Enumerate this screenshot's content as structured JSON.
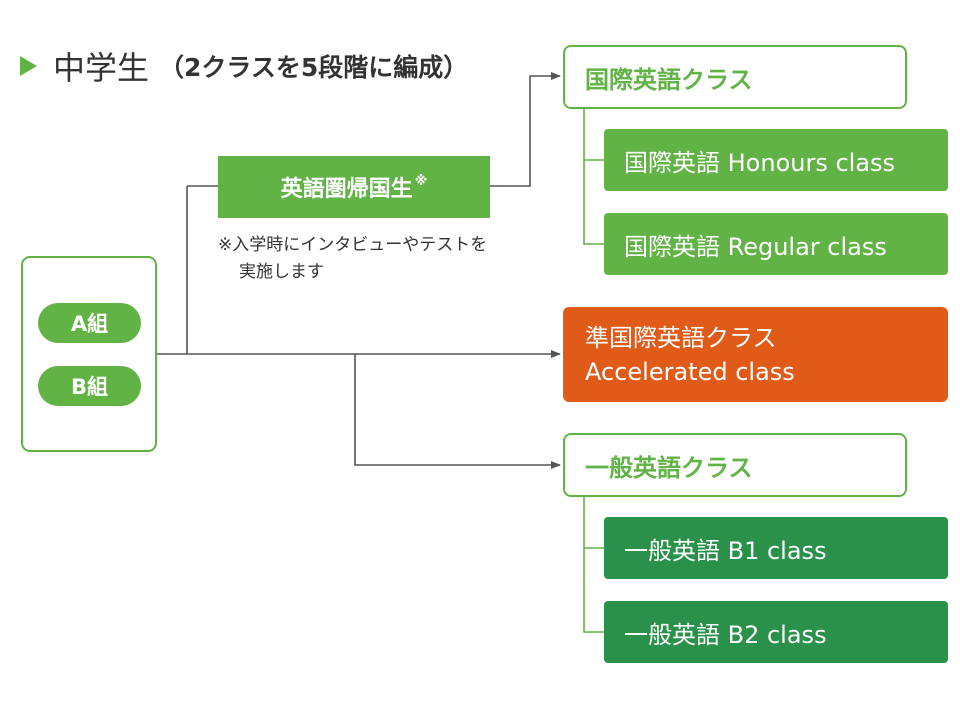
{
  "title": {
    "main": "中学生",
    "sub": "（2クラスを5段階に編成）"
  },
  "groups": {
    "a": "A組",
    "b": "B組"
  },
  "returnee": {
    "label": "英語圏帰国生",
    "mark": "※"
  },
  "note": {
    "line1": "※入学時にインタビューやテストを",
    "line2": "実施します"
  },
  "international": {
    "label": "国際英語クラス",
    "honours": "国際英語 Honours class",
    "regular": "国際英語 Regular class"
  },
  "accelerated": {
    "line1": "準国際英語クラス",
    "line2": "Accelerated class"
  },
  "general": {
    "label": "一般英語クラス",
    "b1": "一般英語 B1 class",
    "b2": "一般英語 B2 class"
  },
  "colors": {
    "light_green": "#62b346",
    "dark_green": "#29914a",
    "orange": "#e05a18",
    "connector": "#555555"
  }
}
